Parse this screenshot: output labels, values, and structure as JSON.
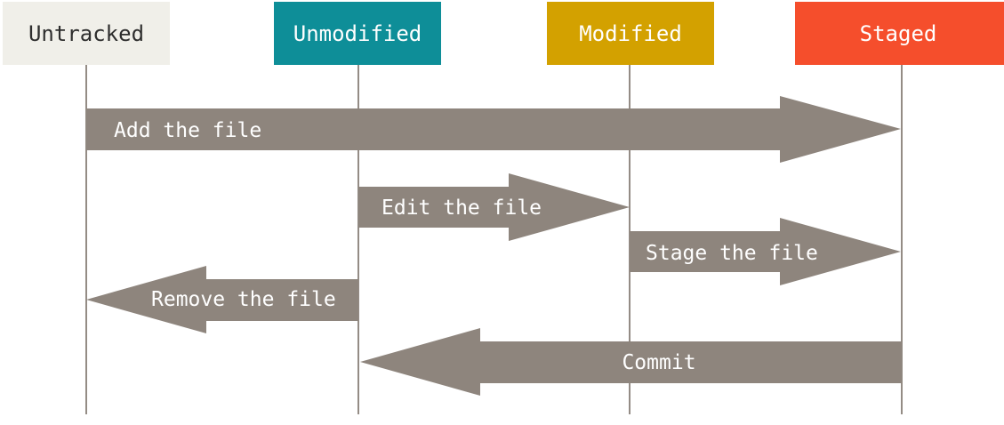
{
  "colors": {
    "untracked": "#F0EFE9",
    "unmodified": "#0E8E98",
    "modified": "#D3A100",
    "staged": "#F54E2C",
    "arrow": "#8E857D",
    "lifeline": "#948C85",
    "untracked_text": "#2E2E2E",
    "light_text": "#FFFFFF"
  },
  "states": [
    {
      "id": "untracked",
      "label": "Untracked"
    },
    {
      "id": "unmodified",
      "label": "Unmodified"
    },
    {
      "id": "modified",
      "label": "Modified"
    },
    {
      "id": "staged",
      "label": "Staged"
    }
  ],
  "transitions": [
    {
      "id": "add",
      "label": "Add the file",
      "from": "untracked",
      "to": "staged"
    },
    {
      "id": "edit",
      "label": "Edit the file",
      "from": "unmodified",
      "to": "modified"
    },
    {
      "id": "stage",
      "label": "Stage the file",
      "from": "modified",
      "to": "staged"
    },
    {
      "id": "remove",
      "label": "Remove the file",
      "from": "unmodified",
      "to": "untracked"
    },
    {
      "id": "commit",
      "label": "Commit",
      "from": "staged",
      "to": "unmodified"
    }
  ]
}
